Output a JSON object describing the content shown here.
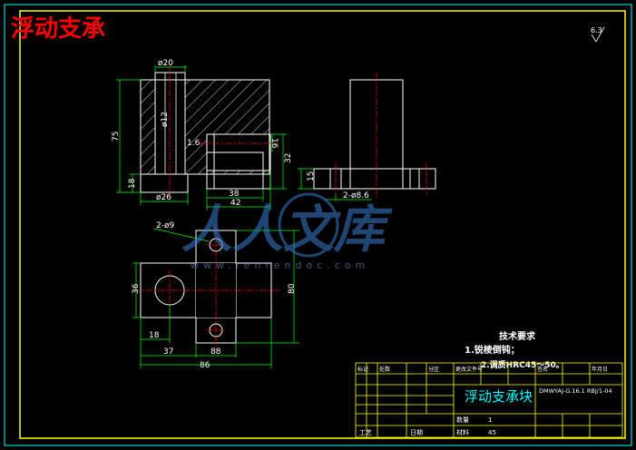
{
  "page_title": "浮动支承",
  "surface_roughness": "6.3",
  "dims": {
    "d20": "ø20",
    "d12": "ø12",
    "d26": "ø26",
    "h75": "75",
    "h18": "18",
    "h32": "32",
    "a1_6": "1.6",
    "r16": "16",
    "w38": "38",
    "w42": "42",
    "h15": "15",
    "holes_side": "2-ø8.6",
    "holes_top": "2-ø9",
    "h36": "36",
    "h80": "80",
    "w18": "18",
    "w37": "37",
    "w88": "88",
    "w86": "86"
  },
  "tech_req": {
    "heading": "技术要求",
    "item1": "1.锐棱倒钝；",
    "item2": "2.调质HRC45～50。"
  },
  "title_block": {
    "part_name": "浮动支承块",
    "drawing_no": "DMWYAJ-G.16.1 RBJ/1-04",
    "quantity_label": "数量",
    "quantity": "1",
    "material_label": "材料",
    "material": "45",
    "process_label": "工艺",
    "date_label": "日期",
    "header_cells": [
      "标记",
      "处数",
      "分区",
      "更改文件号",
      "签名",
      "年月日"
    ]
  },
  "watermark": {
    "logo_text": "人人文库",
    "url": "www.renrendoc.com"
  }
}
